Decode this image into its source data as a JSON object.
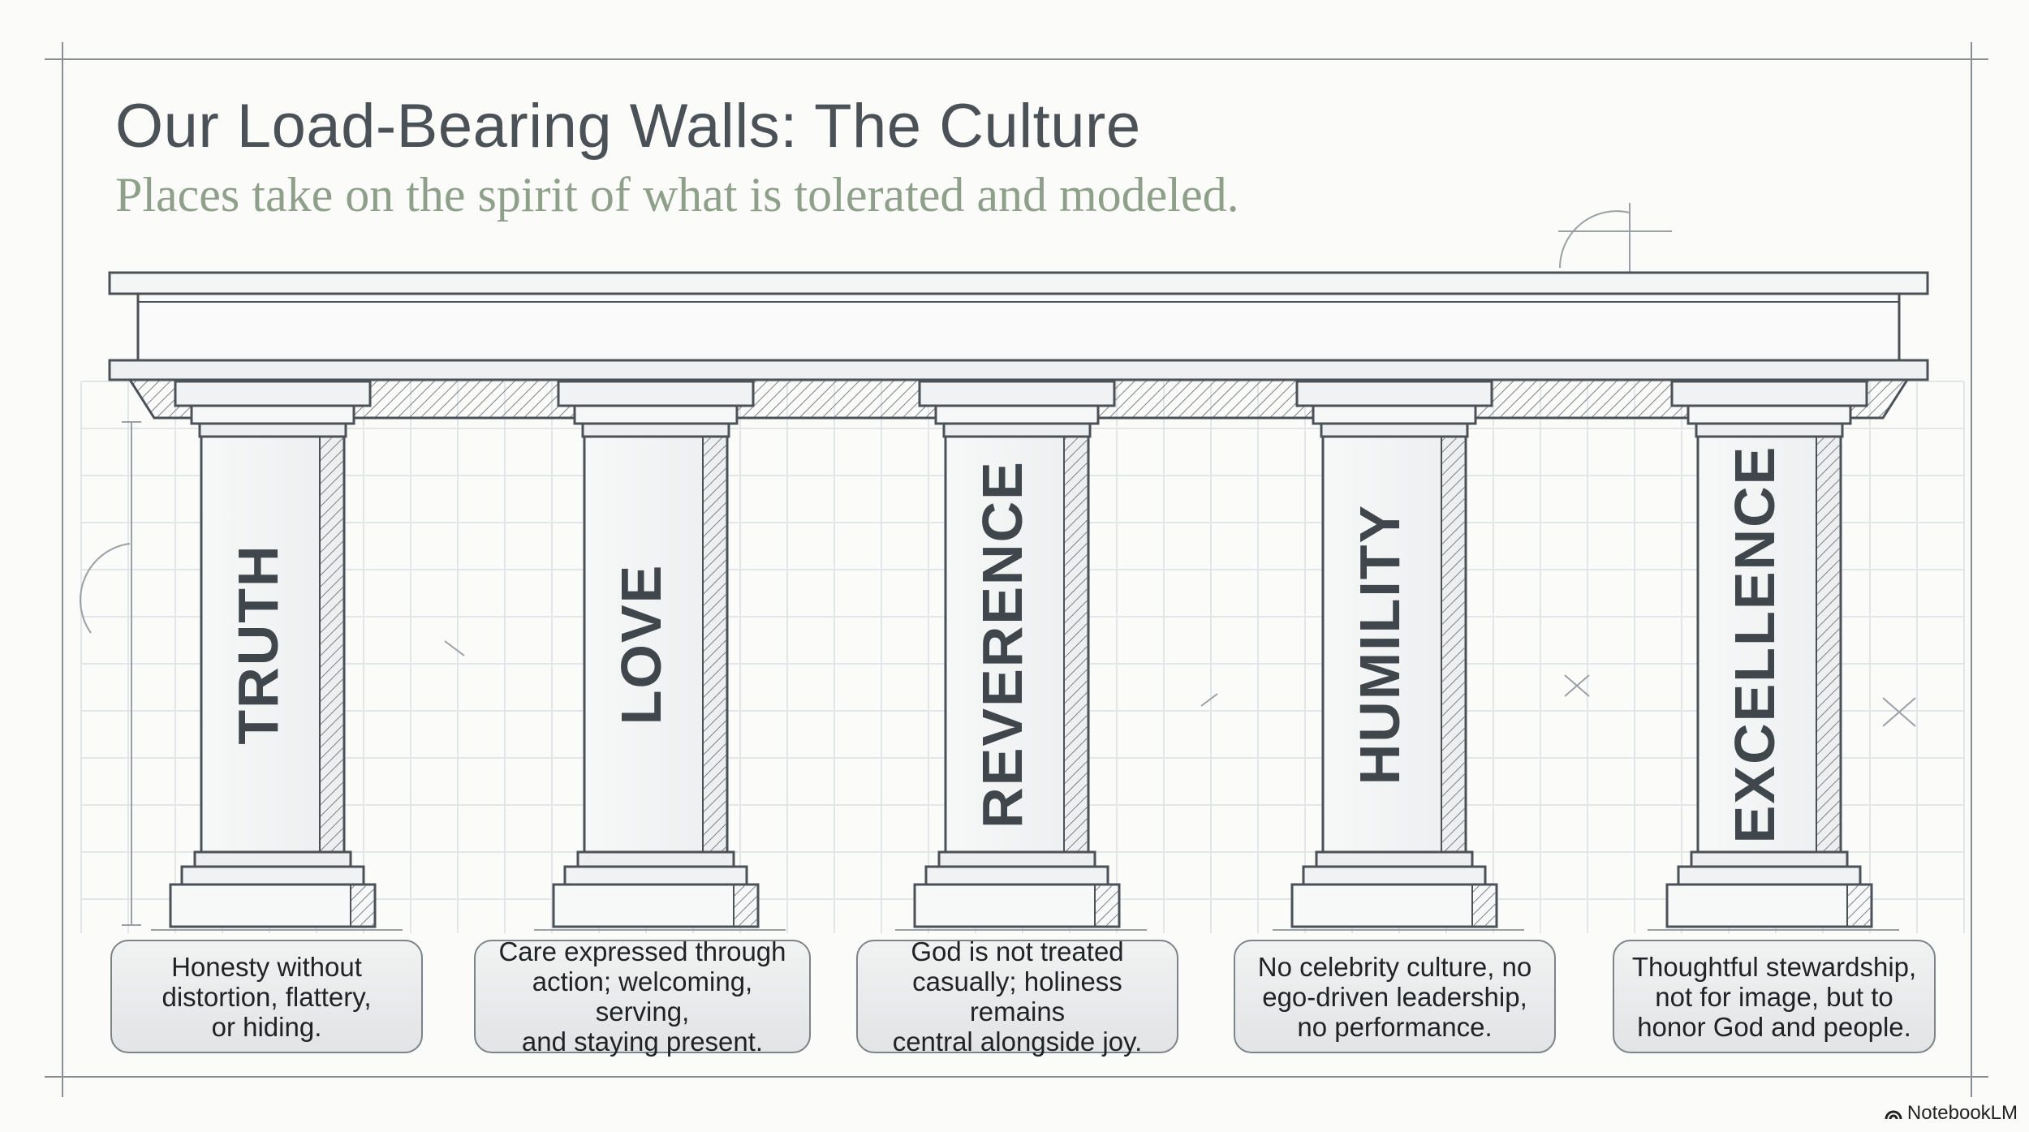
{
  "title": "Our Load-Bearing Walls: The Culture",
  "subtitle": "Places take on the spirit of what is tolerated and modeled.",
  "pillars": [
    {
      "label": "TRUTH",
      "caption": "Honesty without\ndistortion, flattery,\nor hiding."
    },
    {
      "label": "LOVE",
      "caption": "Care expressed through\naction; welcoming, serving,\nand staying present."
    },
    {
      "label": "REVERENCE",
      "caption": "God is not treated\ncasually; holiness remains\ncentral alongside joy."
    },
    {
      "label": "HUMILITY",
      "caption": "No celebrity culture, no\nego-driven leadership,\nno performance."
    },
    {
      "label": "EXCELLENCE",
      "caption": "Thoughtful stewardship,\nnot for image, but to\nhonor God and people."
    }
  ],
  "brand": {
    "name": "NotebookLM",
    "icon": "notebooklm-logo-icon"
  },
  "colors": {
    "ink": "#3f464c",
    "subtitle": "#8fa08a",
    "grid": "#e3e6e8"
  }
}
